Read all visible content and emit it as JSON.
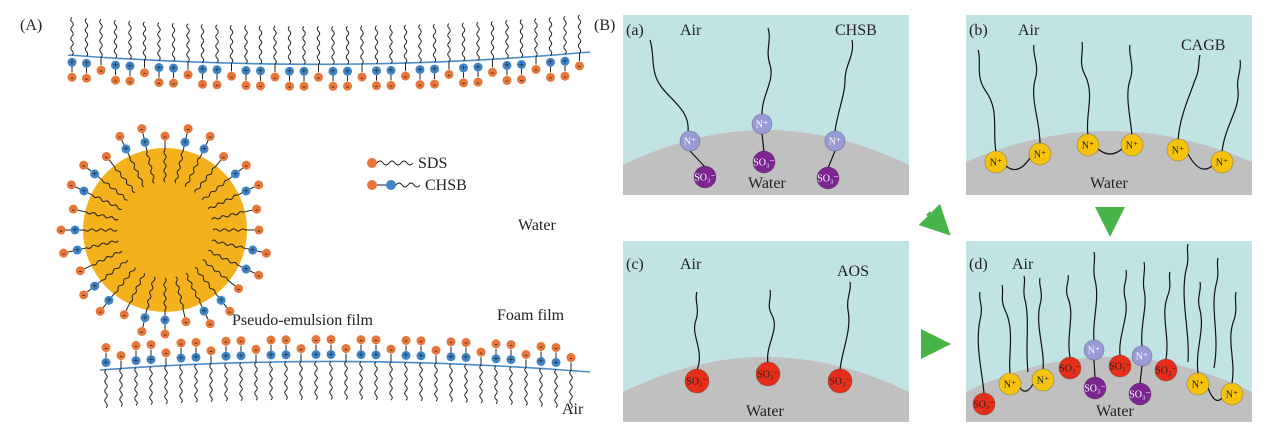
{
  "panel_a": {
    "label": "(A)",
    "legend": [
      {
        "name": "SDS",
        "head_color": "#e8763a",
        "type": "anionic"
      },
      {
        "name": "CHSB",
        "head_color": "#3f85c8",
        "type": "zwitterionic"
      }
    ],
    "water_label": "Water",
    "air_label": "Air",
    "pseudo_emulsion_label": "Pseudo-emulsion film",
    "foam_film_label": "Foam film",
    "oil_color": "#f3b11c",
    "minus_sign": "-",
    "plus_sign": "+"
  },
  "panel_b": {
    "label": "(B)",
    "subpanels": [
      {
        "id": "a",
        "label": "(a)",
        "air": "Air",
        "water": "Water",
        "surfactant": "CHSB"
      },
      {
        "id": "b",
        "label": "(b)",
        "air": "Air",
        "water": "Water",
        "surfactant": "CAGB"
      },
      {
        "id": "c",
        "label": "(c)",
        "air": "Air",
        "water": "Water",
        "surfactant": "AOS"
      },
      {
        "id": "d",
        "label": "(d)",
        "air": "Air",
        "water": "Water",
        "surfactant": ""
      }
    ],
    "head_labels": {
      "ammonium": "N⁺",
      "sulfonate": "SO₃⁻"
    },
    "colors": {
      "panel_bg": "#c2e3e4",
      "water": "#c0c0c0",
      "ammonium_chsb": "#9a9ad6",
      "sulfonate_chsb": "#7a2590",
      "ammonium_cagb": "#f5c30e",
      "sulfonate_aos": "#e62e1a",
      "arrow": "#47b44a"
    }
  }
}
